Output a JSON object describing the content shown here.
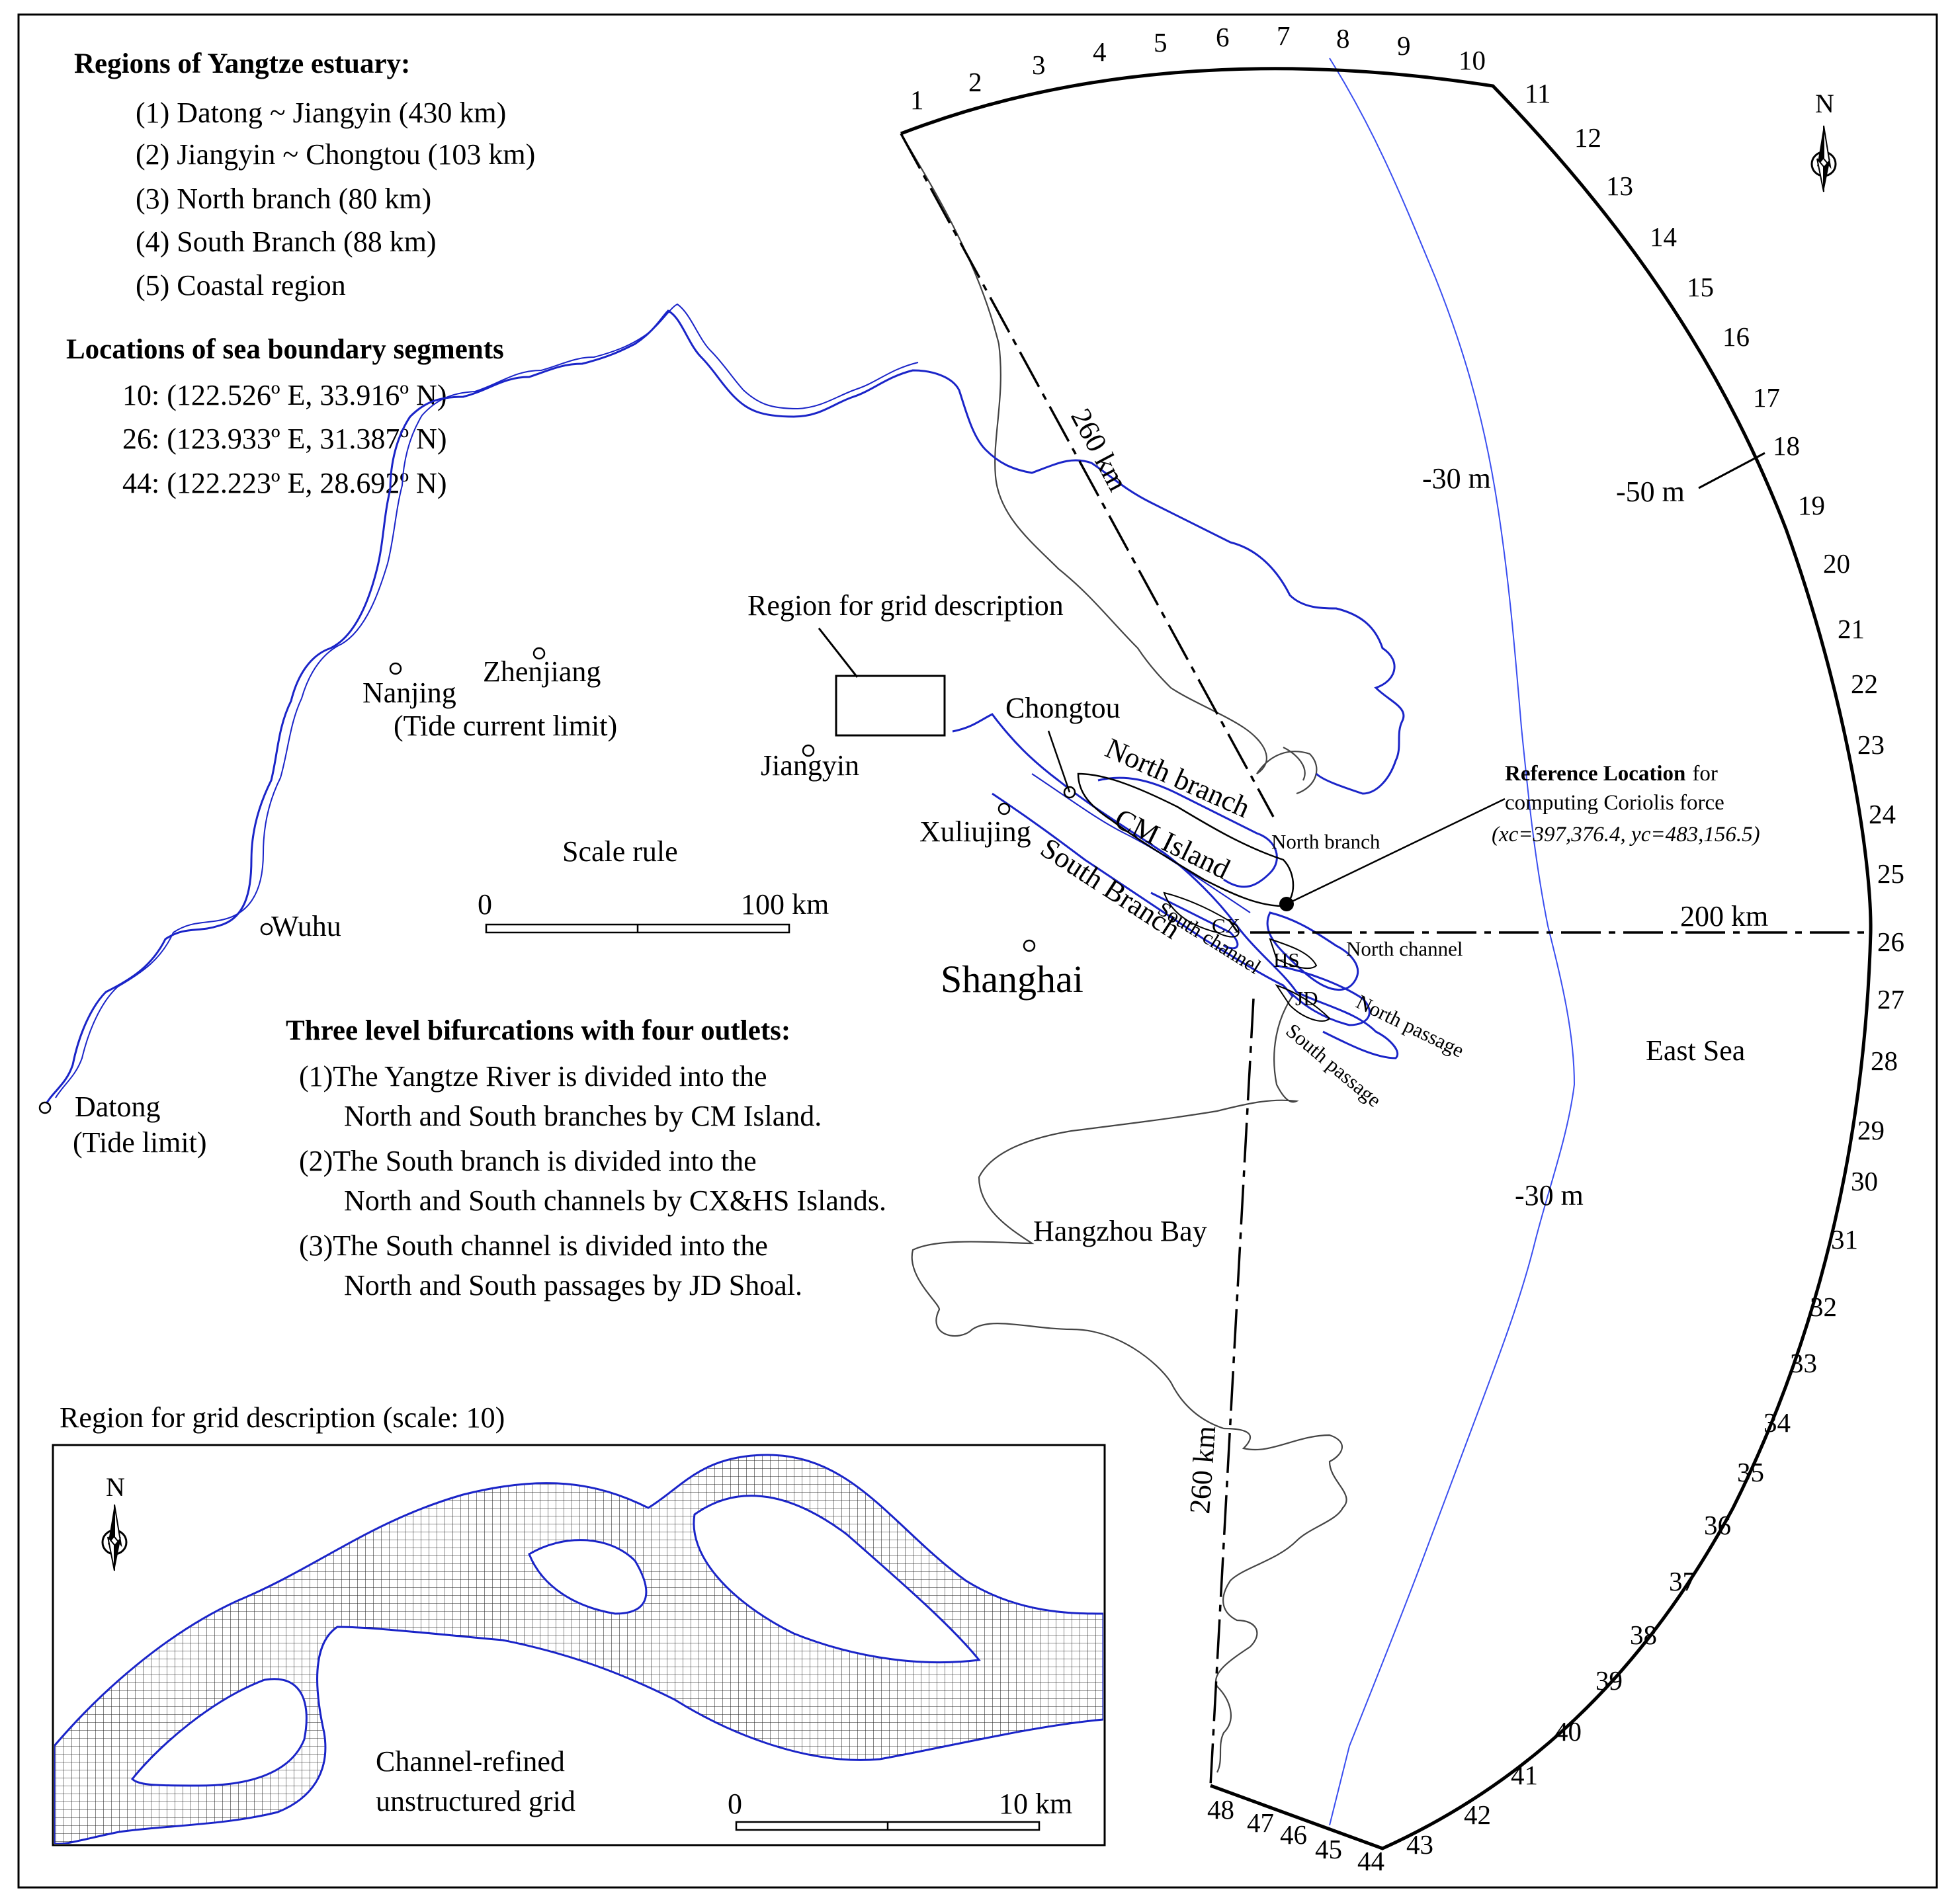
{
  "regions": {
    "title": "Regions of Yangtze estuary:",
    "items": [
      "(1) Datong   ~ Jiangyin   (430 km)",
      "(2) Jiangyin ~ Chongtou (103 km)",
      "(3) North branch (80 km)",
      "(4) South Branch (88 km)",
      "(5) Coastal region"
    ]
  },
  "boundary": {
    "title": "Locations of  sea boundary segments",
    "items": [
      "10: (122.526º E, 33.916º N)",
      "26: (123.933º E, 31.387º N)",
      "44: (122.223º E, 28.692º N)"
    ]
  },
  "bifurcation": {
    "title": "Three level bifurcations with four outlets:",
    "lines": [
      "(1)The Yangtze River is divided into the",
      "North and South branches by CM Island.",
      "(2)The South branch is divided into the",
      "North and South channels by CX&HS Islands.",
      "(3)The South channel is divided into the",
      "North and South passages by JD Shoal."
    ]
  },
  "places": {
    "nanjing": "Nanjing",
    "nanjing_note": "(Tide current limit)",
    "zhenjiang": "Zhenjiang",
    "jiangyin": "Jiangyin",
    "wuhu": "Wuhu",
    "datong": "Datong",
    "datong_note": "(Tide limit)",
    "chongtou": "Chongtou",
    "xuliujing": "Xuliujing",
    "shanghai": "Shanghai",
    "hangzhou_bay": "Hangzhou Bay",
    "east_sea": "East Sea",
    "grid_region": "Region for grid description",
    "north_branch": "North branch",
    "north_branch_small": "North branch",
    "cm_island": "CM Island",
    "south_branch": "South Branch",
    "south_channel": "South channel",
    "north_channel": "North channel",
    "north_passage": "North passage",
    "south_passage": "South passage",
    "cx": "CX",
    "hs": "HS",
    "jd": "JD"
  },
  "reference": {
    "bold": "Reference Location",
    "rest": "for",
    "line2": "computing Coriolis force",
    "line3": "(xc=397,376.4,  yc=483,156.5)"
  },
  "scale": {
    "title": "Scale rule",
    "zero": "0",
    "max": "100 km"
  },
  "distances": {
    "north_radius": "260 km",
    "east_radius": "200 km",
    "south_radius": "260 km"
  },
  "depths": {
    "d30_top": "-30 m",
    "d50": "-50 m",
    "d30_bottom": "-30 m"
  },
  "compass": {
    "north": "N"
  },
  "inset": {
    "title": "Region for grid description (scale: 10)",
    "grid_label_1": "Channel-refined",
    "grid_label_2": "unstructured grid",
    "scale_zero": "0",
    "scale_max": "10 km",
    "north": "N"
  },
  "boundary_numbers": [
    "1",
    "2",
    "3",
    "4",
    "5",
    "6",
    "7",
    "8",
    "9",
    "10",
    "11",
    "12",
    "13",
    "14",
    "15",
    "16",
    "17",
    "18",
    "19",
    "20",
    "21",
    "22",
    "23",
    "24",
    "25",
    "26",
    "27",
    "28",
    "29",
    "30",
    "31",
    "32",
    "33",
    "34",
    "35",
    "36",
    "37",
    "38",
    "39",
    "40",
    "41",
    "42",
    "43",
    "44",
    "45",
    "46",
    "47",
    "48"
  ],
  "colors": {
    "river": "#1a24c8",
    "depth_contour": "#3a4ef0",
    "coastline": "#444444"
  }
}
